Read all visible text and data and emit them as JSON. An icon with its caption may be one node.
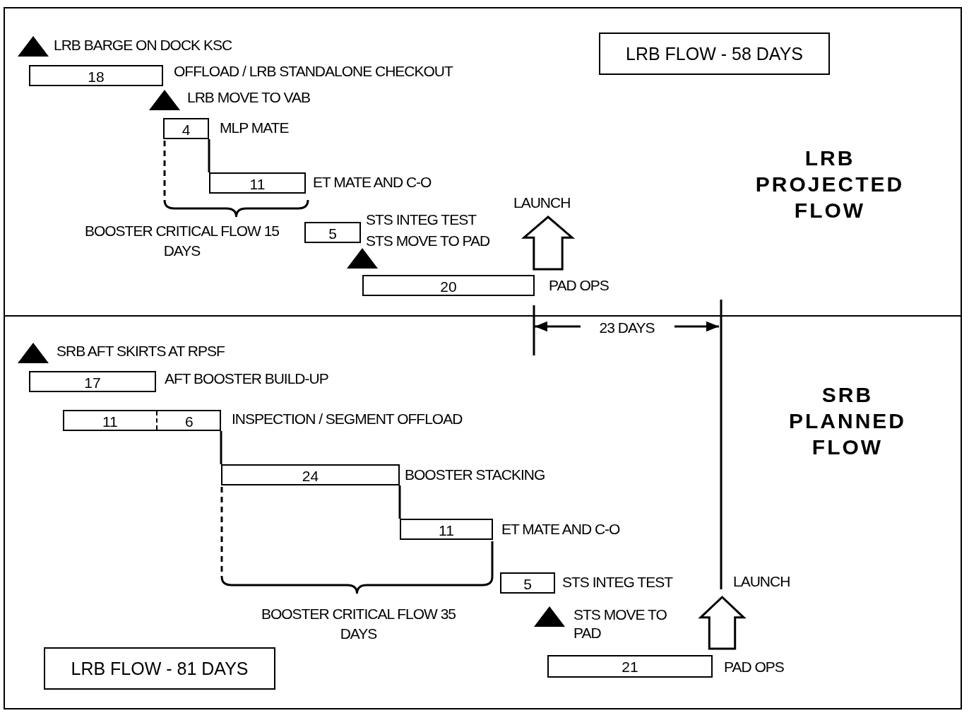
{
  "diagram": {
    "nodes": [
      {
        "text": [
          "LRB PROJECTED FLOW"
        ]
      },
      {
        "text": [
          "LRB BARGE ON DOCK KSC"
        ],
        "in": 0
      },
      {
        "text": [
          "LRB FLOW - 58 DAYS"
        ],
        "in": 0
      },
      {
        "text": [
          "18"
        ],
        "beside": [
          "OFFLOAD / LRB STANDALONE CHECKOUT"
        ],
        "in": 0
      },
      {
        "text": [
          "LRB MOVE TO VAB"
        ],
        "in": 0
      },
      {
        "text": [
          "4"
        ],
        "beside": [
          "MLP MATE"
        ],
        "in": 0
      },
      {
        "text": [
          "11"
        ],
        "beside": [
          "ET MATE AND C-O"
        ],
        "in": 0
      },
      {
        "text": [
          "LAUNCH"
        ],
        "in": 0
      },
      {
        "text": [
          "5"
        ],
        "beside": [
          "STS INTEG TEST"
        ],
        "in": 0
      },
      {
        "text": [
          "STS MOVE TO PAD"
        ],
        "in": 0
      },
      {
        "text": [
          "20"
        ],
        "beside": [
          "PAD OPS"
        ],
        "in": 0
      },
      {
        "text": [
          "SRB PLANNED FLOW"
        ]
      },
      {
        "text": [
          "SRB AFT SKIRTS AT RPSF"
        ],
        "in": 11
      },
      {
        "text": [
          "17"
        ],
        "beside": [
          "AFT BOOSTER BUILD-UP"
        ],
        "in": 11
      },
      {
        "text": [
          "11",
          "6"
        ],
        "beside": [
          "INSPECTION / SEGMENT OFFLOAD"
        ],
        "in": 11
      },
      {
        "text": [
          "24"
        ],
        "beside": [
          "BOOSTER STACKING"
        ],
        "in": 11
      },
      {
        "text": [
          "11"
        ],
        "beside": [
          "ET MATE AND C-O"
        ],
        "in": 11
      },
      {
        "text": [
          "5"
        ],
        "beside": [
          "STS INTEG TEST"
        ],
        "in": 11
      },
      {
        "text": [
          "LAUNCH"
        ],
        "in": 11
      },
      {
        "text": [
          "STS MOVE TO PAD"
        ],
        "in": 11
      },
      {
        "text": [
          "21"
        ],
        "beside": [
          "PAD OPS"
        ],
        "in": 11
      },
      {
        "text": [
          "LRB FLOW - 81 DAYS"
        ],
        "in": 11
      }
    ],
    "edges": [
      {
        "from": 5,
        "to": 6,
        "arrow": "none"
      },
      {
        "from": 14,
        "to": 15,
        "arrow": "none"
      },
      {
        "from": 15,
        "to": 16,
        "arrow": "none"
      }
    ],
    "labels": [
      "BOOSTER CRITICAL FLOW 15 DAYS",
      "23 DAYS",
      "BOOSTER CRITICAL FLOW 35 DAYS"
    ]
  }
}
